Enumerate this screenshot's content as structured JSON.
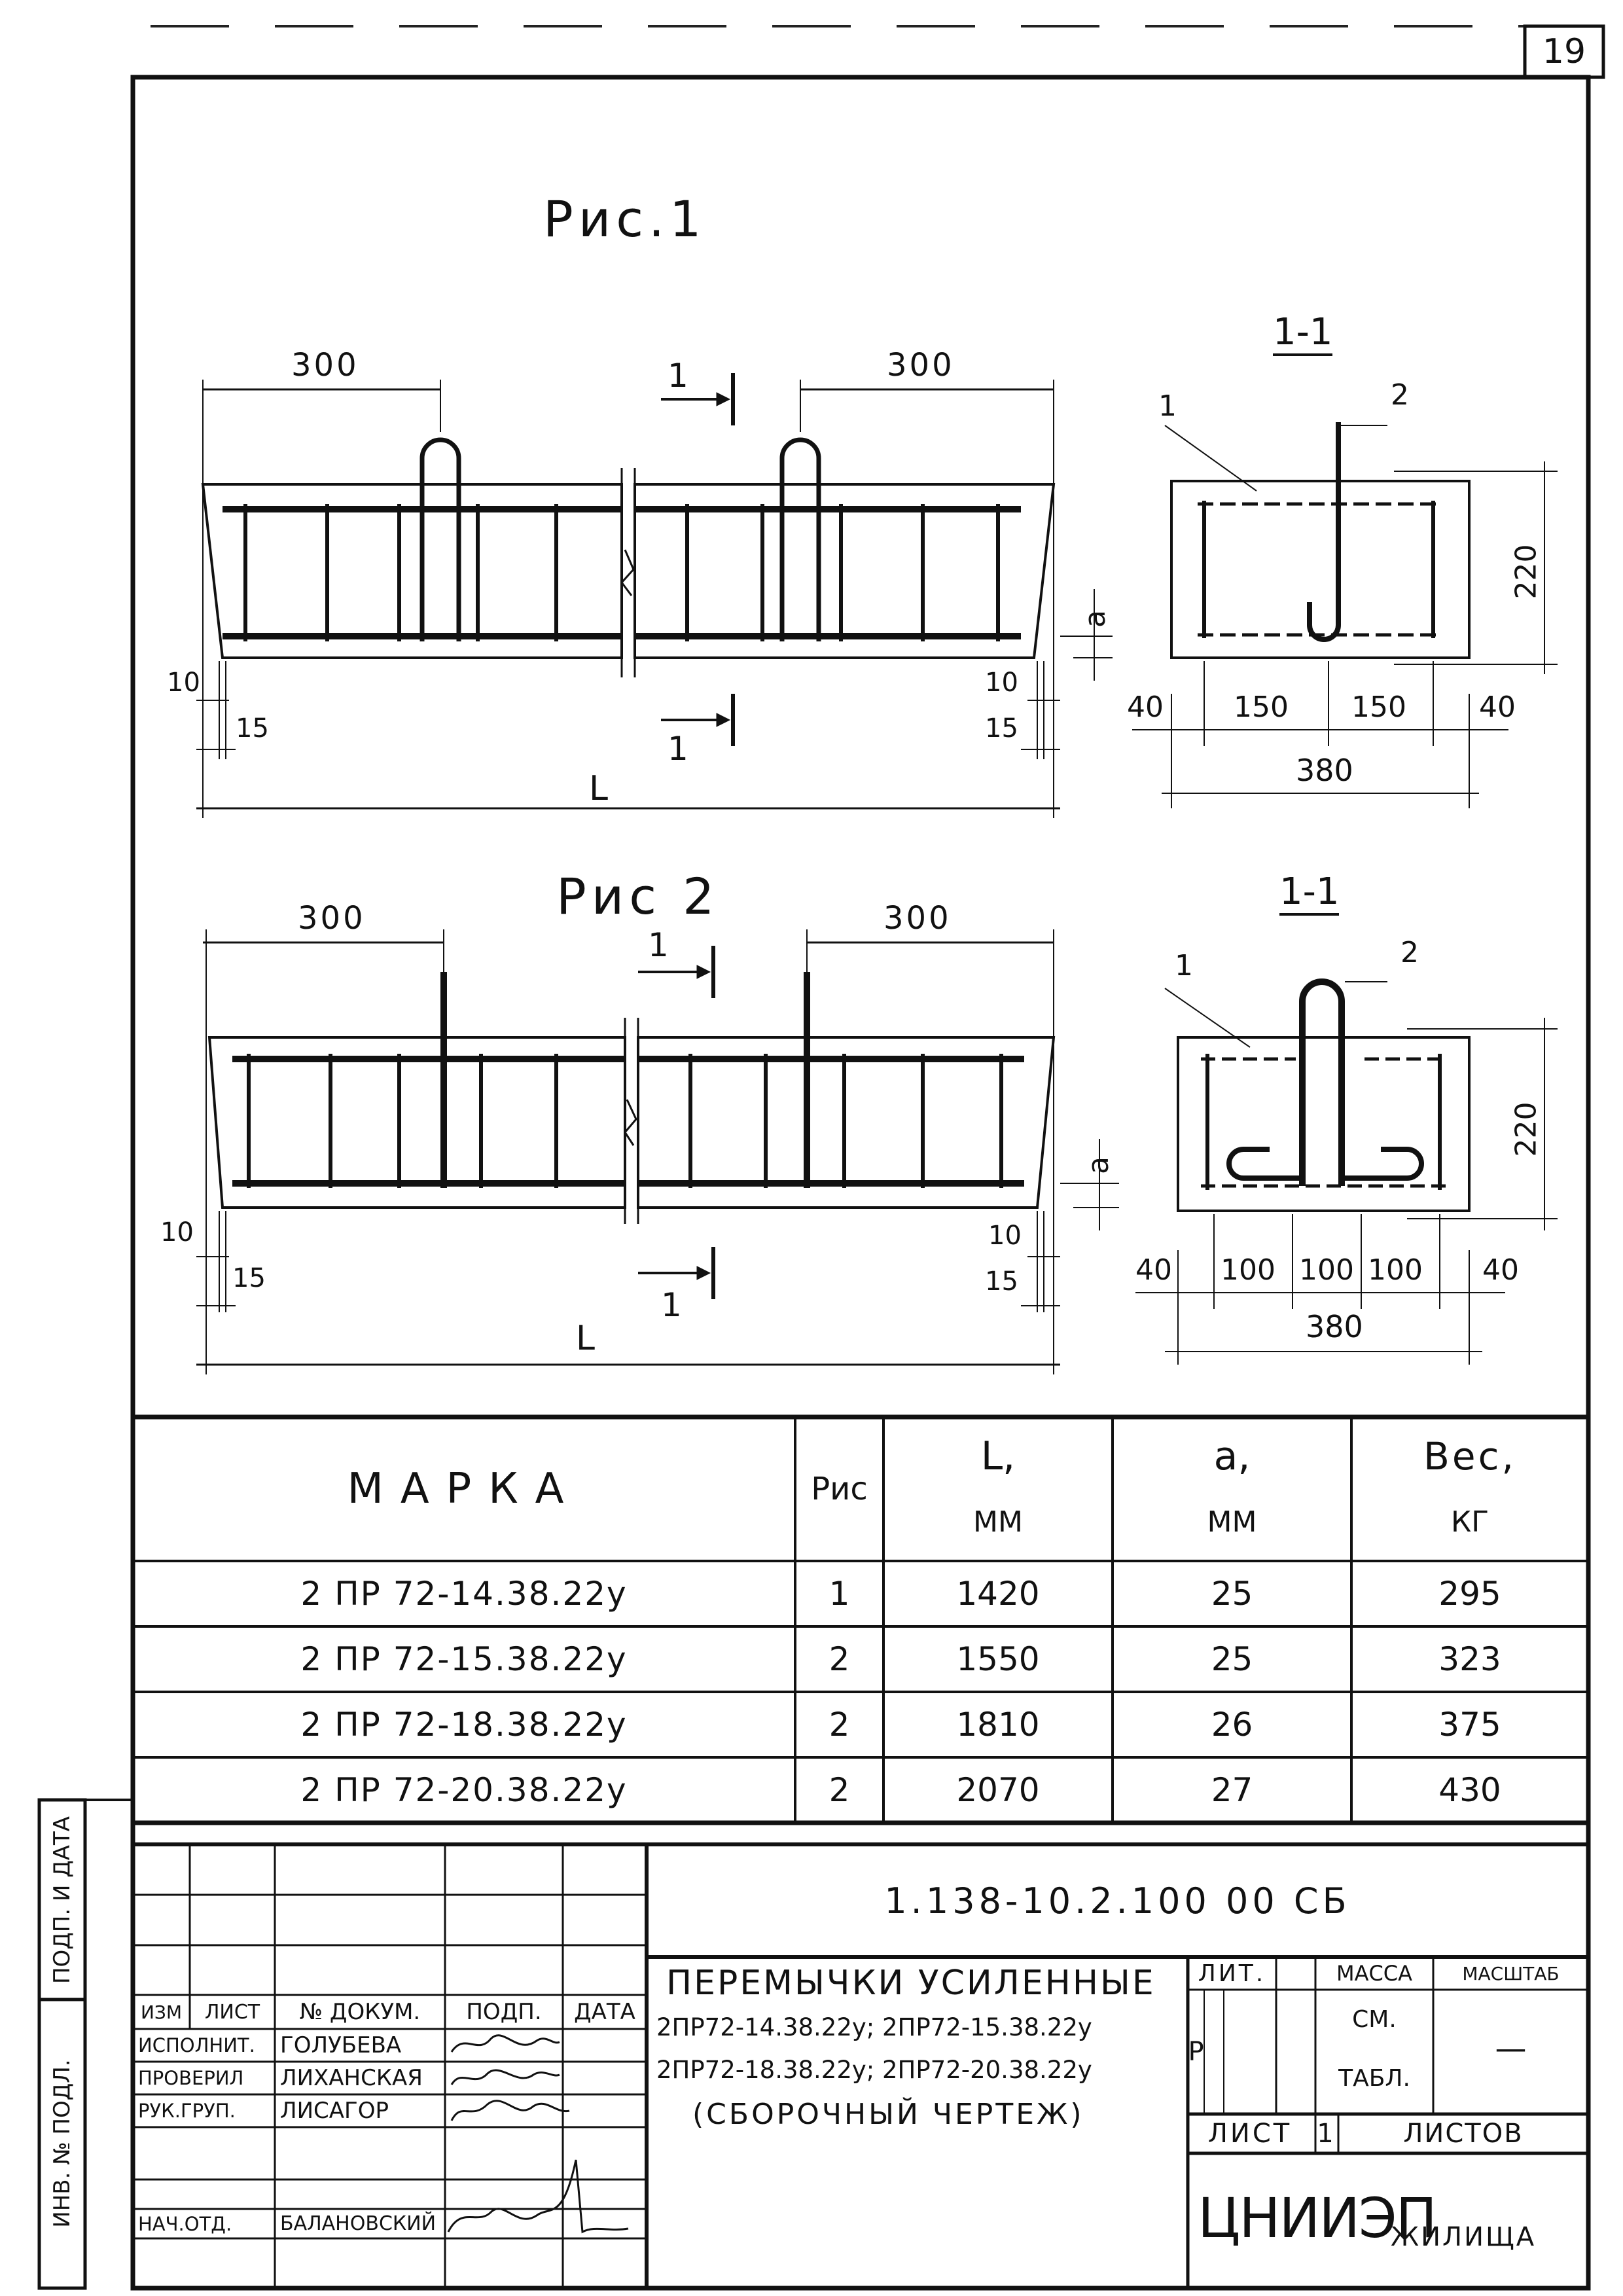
{
  "sheet_number": "19",
  "fig1": {
    "title": "Рис.1",
    "dim_left": "300",
    "dim_right": "300",
    "section_mark": "1",
    "dim_10_left": "10",
    "dim_15_left": "15",
    "dim_10_right": "10",
    "dim_15_right": "15",
    "length_label": "L",
    "a_label": "a"
  },
  "fig1_section": {
    "title": "1-1",
    "callout_1": "1",
    "callout_2": "2",
    "height": "220",
    "dims": [
      "40",
      "150",
      "150",
      "40"
    ],
    "total_width": "380"
  },
  "fig2": {
    "title": "Рис 2",
    "dim_left": "300",
    "dim_right": "300",
    "section_mark": "1",
    "dim_10_left": "10",
    "dim_15_left": "15",
    "dim_10_right": "10",
    "dim_15_right": "15",
    "length_label": "L",
    "a_label": "a"
  },
  "fig2_section": {
    "title": "1-1",
    "callout_1": "1",
    "callout_2": "2",
    "height": "220",
    "dims": [
      "40",
      "100",
      "100",
      "100",
      "40"
    ],
    "total_width": "380"
  },
  "table": {
    "headers": {
      "marka": "МАРКА",
      "ris": "Рис",
      "l_top": "L,",
      "l_bottom": "ММ",
      "a_top": "a,",
      "a_bottom": "ММ",
      "ves_top": "Вес,",
      "ves_bottom": "КГ"
    },
    "rows": [
      {
        "marka": "2 ПР 72-14.38.22у",
        "ris": "1",
        "l": "1420",
        "a": "25",
        "ves": "295"
      },
      {
        "marka": "2 ПР 72-15.38.22у",
        "ris": "2",
        "l": "1550",
        "a": "25",
        "ves": "323"
      },
      {
        "marka": "2 ПР 72-18.38.22у",
        "ris": "2",
        "l": "1810",
        "a": "26",
        "ves": "375"
      },
      {
        "marka": "2 ПР 72-20.38.22у",
        "ris": "2",
        "l": "2070",
        "a": "27",
        "ves": "430"
      }
    ]
  },
  "title_block": {
    "doc_code": "1.138-10.2.100 00 СБ",
    "title_line1": "ПЕРЕМЫЧКИ УСИЛЕННЫЕ",
    "title_line2": "2ПР72-14.38.22у; 2ПР72-15.38.22у",
    "title_line3": "2ПР72-18.38.22у; 2ПР72-20.38.22у",
    "title_line4": "(СБОРОЧНЫЙ ЧЕРТЕЖ)",
    "col_headers": [
      "ИЗМ",
      "ЛИСТ",
      "№ ДОКУМ.",
      "ПОДП.",
      "ДАТА"
    ],
    "people": [
      {
        "role": "ИСПОЛНИТ.",
        "name": "ГОЛУБЕВА"
      },
      {
        "role": "ПРОВЕРИЛ",
        "name": "ЛИХАНСКАЯ"
      },
      {
        "role": "РУК.ГРУП.",
        "name": "ЛИСАГОР"
      },
      {
        "role": "НАЧ.ОТД.",
        "name": "БАЛАНОВСКИЙ"
      }
    ],
    "lit_label": "ЛИТ.",
    "lit_value": "Р",
    "massa_label": "МАССА",
    "massa_value_1": "СМ.",
    "massa_value_2": "ТАБЛ.",
    "masshtab_label": "МАСШТАБ",
    "masshtab_value": "—",
    "list_label": "ЛИСТ",
    "list_value": "1",
    "listov_label": "ЛИСТОВ",
    "org_main": "ЦНИИЭП",
    "org_sub": "ЖИЛИЩА"
  },
  "side_stamps": {
    "upper": "ПОДП. И ДАТА",
    "lower": "ИНВ. № ПОДЛ."
  }
}
